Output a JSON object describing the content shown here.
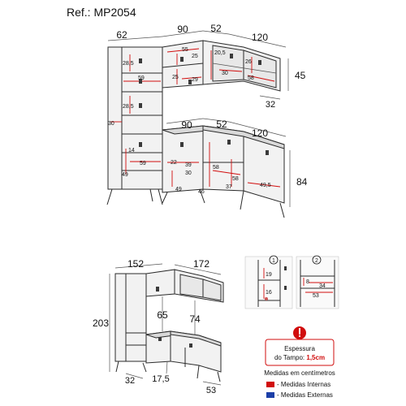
{
  "ref": "Ref.: MP2054",
  "top": {
    "dims_outer": [
      "62",
      "90",
      "52",
      "120",
      "45",
      "32"
    ],
    "dims_upper_inner": [
      "28,5",
      "59",
      "28,5",
      "55",
      "25",
      "25",
      "29",
      "20,5",
      "26",
      "30",
      "58"
    ],
    "dims_lower_top": [
      "90",
      "52",
      "120",
      "84"
    ],
    "dims_lower_inner": [
      "30",
      "14",
      "49",
      "59",
      "22",
      "39",
      "49",
      "30",
      "58",
      "58",
      "37",
      "49,5",
      "46"
    ]
  },
  "bottom": {
    "dims": [
      "152",
      "172",
      "65",
      "74",
      "203",
      "32",
      "17,5",
      "53"
    ]
  },
  "details": {
    "d1_label": "1",
    "d2_label": "2",
    "d1_dims": [
      "19",
      "16"
    ],
    "d2_dims": [
      "8",
      "34",
      "53"
    ]
  },
  "note": {
    "line1": "Espessura",
    "line2_prefix": "do Tampo: ",
    "line2_value": "1,5cm"
  },
  "legend": {
    "title": "Medidas em centímetros",
    "internal": "- Medidas Internas",
    "external": "- Medidas Externas",
    "internal_color": "#d10d0d",
    "external_color": "#1c3fa8"
  }
}
